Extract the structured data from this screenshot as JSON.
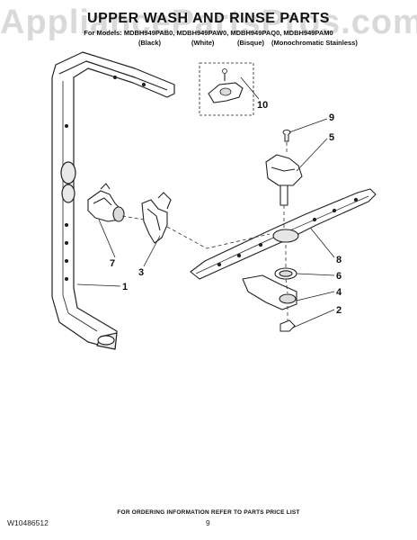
{
  "watermark": "AppliancePartsPros.com",
  "title": "UPPER WASH AND RINSE PARTS",
  "models": "For Models: MDBH949PAB0, MDBH949PAW0, MDBH949PAQ0, MDBH949PAM0",
  "variants": [
    "(Black)",
    "(White)",
    "(Bisque)",
    "(Monochromatic Stainless)"
  ],
  "callouts": [
    "1",
    "2",
    "3",
    "4",
    "5",
    "6",
    "7",
    "8",
    "9",
    "10"
  ],
  "footer": {
    "ordering": "FOR ORDERING INFORMATION REFER TO PARTS PRICE LIST",
    "doc_code": "W10486512",
    "page": "9"
  }
}
